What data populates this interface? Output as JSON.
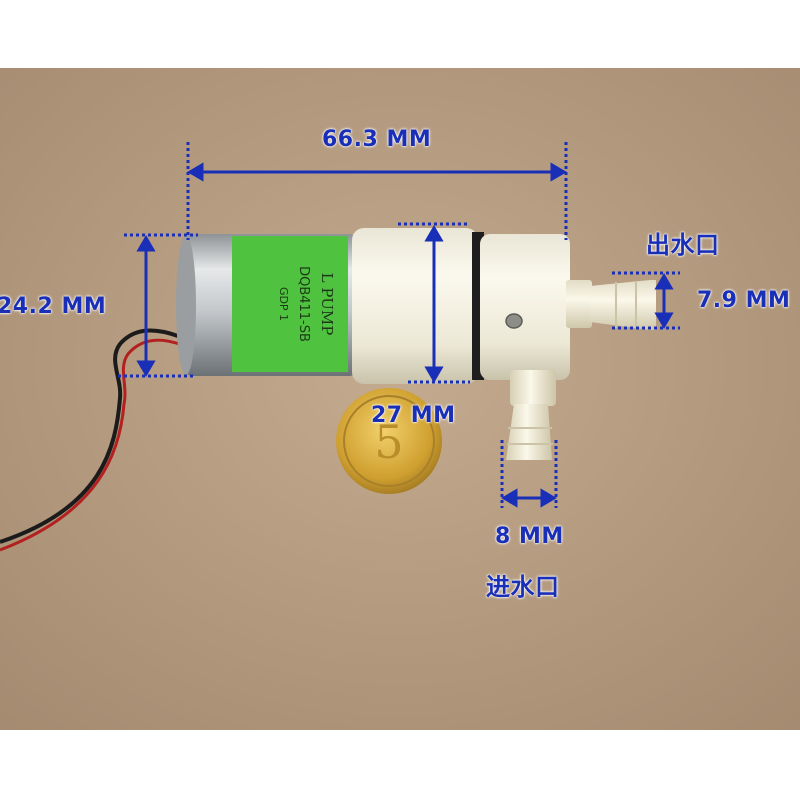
{
  "image": {
    "subject": "mini-dc-water-pump-with-dimensions",
    "background_color": "#b89e82",
    "dimension_color": "#1a2fb8",
    "pump_label_text_1": "L PUMP",
    "pump_label_text_2": "DQB411-SB",
    "pump_label_text_3": "GDP 1",
    "coin_text": "5"
  },
  "dimensions": {
    "length": "66.3 MM",
    "motor_diameter": "24.2 MM",
    "pump_diameter": "27 MM",
    "outlet_diameter": "7.9 MM",
    "inlet_diameter": "8 MM"
  },
  "ports": {
    "outlet": "出水口",
    "inlet": "进水口"
  }
}
